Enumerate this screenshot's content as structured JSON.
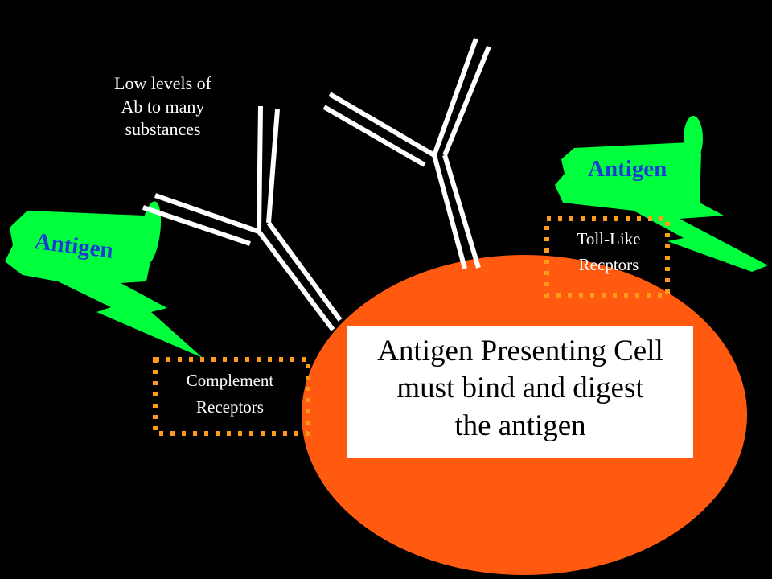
{
  "antibody_label": [
    "Low levels of",
    "Ab to many",
    "substances"
  ],
  "antigen_label": "Antigen",
  "toll_like_label": [
    "Toll-Like",
    "Recptors"
  ],
  "complement_label": [
    "Complement",
    "Receptors"
  ],
  "cell_text": [
    "Antigen Presenting Cell",
    "must bind and digest",
    "the antigen"
  ],
  "colors": {
    "background": "#000000",
    "cell": "#ff5a10",
    "antigen": "#00ff3c",
    "antigen_text": "#1a3bd6",
    "receptor_border": "#ff9a1a",
    "antibody": "#ffffff"
  }
}
